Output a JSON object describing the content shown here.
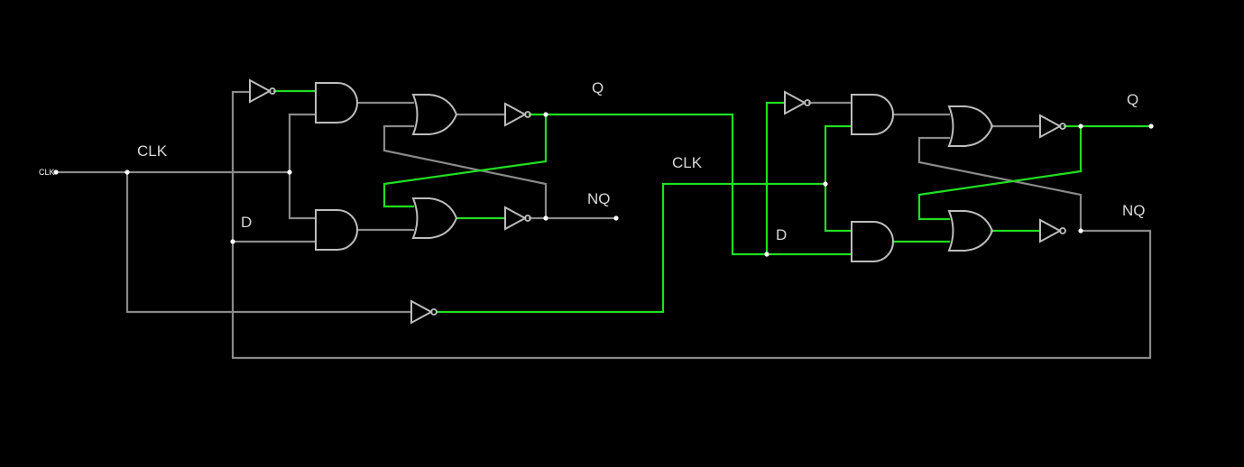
{
  "colors": {
    "background": "#000000",
    "wire_low": "#8a8a8a",
    "wire_high": "#22dd22",
    "gate": "#bdbdbd",
    "junction": "#ffffff",
    "label": "#d8d8d8"
  },
  "labels": {
    "clk_input": "CLK",
    "stage1_clk": "CLK",
    "stage1_d": "D",
    "stage1_q": "Q",
    "stage1_nq": "NQ",
    "stage2_clk": "CLK",
    "stage2_d": "D",
    "stage2_q": "Q",
    "stage2_nq": "NQ"
  },
  "components": [
    {
      "name": "stage1-not-d-gate",
      "type": "NOT",
      "output": "high"
    },
    {
      "name": "stage1-and-top-gate",
      "type": "AND",
      "output": "low"
    },
    {
      "name": "stage1-and-bottom-gate",
      "type": "AND",
      "output": "low"
    },
    {
      "name": "stage1-or-top-gate",
      "type": "OR",
      "output": "low"
    },
    {
      "name": "stage1-or-bottom-gate",
      "type": "OR",
      "output": "high"
    },
    {
      "name": "stage1-not-q-gate",
      "type": "NOT",
      "output": "high"
    },
    {
      "name": "stage1-not-nq-gate",
      "type": "NOT",
      "output": "low"
    },
    {
      "name": "clock-inverter-gate",
      "type": "NOT",
      "output": "high"
    },
    {
      "name": "stage2-not-d-gate",
      "type": "NOT",
      "output": "low"
    },
    {
      "name": "stage2-and-top-gate",
      "type": "AND",
      "output": "low"
    },
    {
      "name": "stage2-and-bottom-gate",
      "type": "AND",
      "output": "high"
    },
    {
      "name": "stage2-or-top-gate",
      "type": "OR",
      "output": "low"
    },
    {
      "name": "stage2-or-bottom-gate",
      "type": "OR",
      "output": "high"
    },
    {
      "name": "stage2-not-q-gate",
      "type": "NOT",
      "output": "high"
    },
    {
      "name": "stage2-not-nq-gate",
      "type": "NOT",
      "output": "low"
    }
  ]
}
